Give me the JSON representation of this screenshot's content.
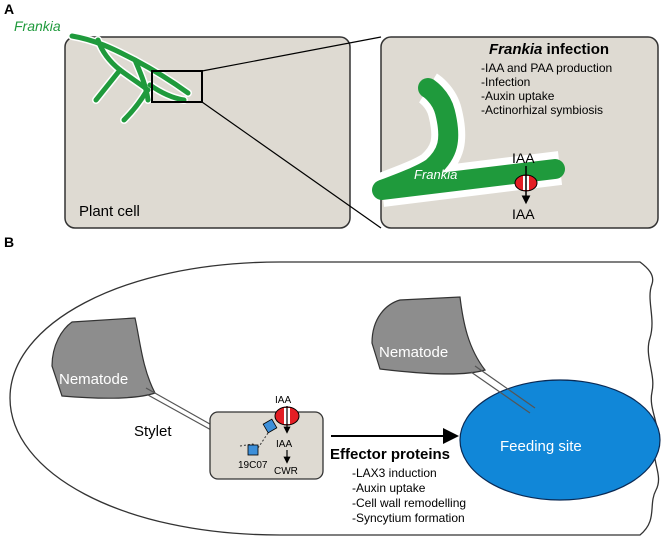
{
  "panel_a": {
    "label": "A",
    "organism_label": "Frankia",
    "cell_label": "Plant cell",
    "inset": {
      "title_italic": "Frankia",
      "title_rest": " infection",
      "bullets": [
        "-IAA and PAA production",
        "-Infection",
        "-Auxin uptake",
        "-Actinorhizal symbiosis"
      ],
      "hypha_label": "Frankia",
      "iaa_in": "IAA",
      "iaa_out": "IAA"
    }
  },
  "panel_b": {
    "label": "B",
    "nematode_left": "Nematode",
    "nematode_right": "Nematode",
    "stylet_label": "Stylet",
    "effector_iaa": "IAA",
    "effector_id": "19C07",
    "iaa_below": "IAA",
    "cwr_label": "CWR",
    "effector_title": "Effector proteins",
    "effector_bullets": [
      "-LAX3 induction",
      "-Auxin uptake",
      "-Cell wall remodelling",
      "-Syncytium formation"
    ],
    "feeding_site": "Feeding site"
  },
  "colors": {
    "cell_fill": "#dedad2",
    "green": "#1f9a3c",
    "red": "#e31e24",
    "blue": "#1187d8",
    "nematode_gray": "#8d8d8d",
    "effector_blue": "#3d8fd9"
  }
}
